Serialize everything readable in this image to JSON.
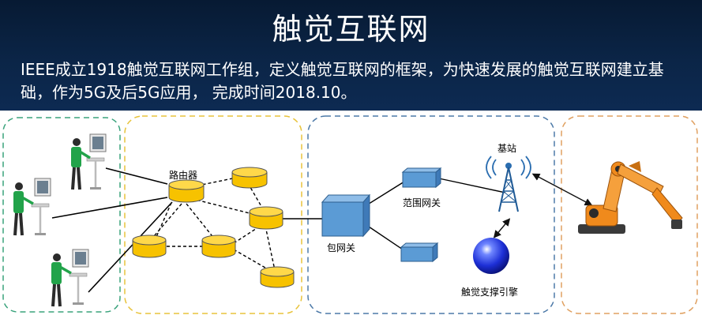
{
  "header": {
    "title": "触觉互联网",
    "description": "IEEE成立1918触觉互联网工作组，定义触觉互联网的框架，为快速发展的触觉互联网建立基础，作为5G及后5G应用， 完成时间2018.10。"
  },
  "diagram": {
    "labels": {
      "router": "路由器",
      "packet_gateway": "包网关",
      "range_gateway": "范围网关",
      "base_station": "基站",
      "haptic_engine": "触觉支撑引擎"
    },
    "colors": {
      "header_bg": "#0b2547",
      "operator_zone_border": "#3aa37c",
      "network_zone_border": "#e8c33b",
      "edge_zone_border": "#4d7aa8",
      "robot_zone_border": "#e0a060",
      "router_fill": "#f7c200",
      "gateway_fill": "#5b9bd5",
      "robot_orange": "#f08a1c"
    }
  }
}
